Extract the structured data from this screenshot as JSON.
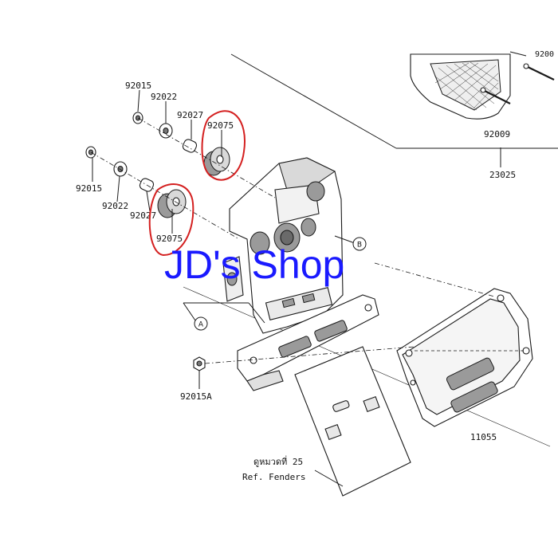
{
  "part_labels": {
    "p92015_top": "92015",
    "p92022_top": "92022",
    "p92027_top": "92027",
    "p92075_top": "92075",
    "p92015_left": "92015",
    "p92022_left": "92022",
    "p92027_left": "92027",
    "p92075_left": "92075",
    "p92015A": "92015A",
    "p92009": "92009",
    "p23025": "23025",
    "p11055": "11055",
    "p9200_partial": "9200"
  },
  "callouts": {
    "a": "A",
    "b": "B"
  },
  "reference": {
    "thai": "ดูหมวดที่ 25",
    "english": "Ref. Fenders"
  },
  "watermark": {
    "text": "JD's Shop",
    "color": "#1a1aff"
  },
  "highlight_color": "#d42020"
}
